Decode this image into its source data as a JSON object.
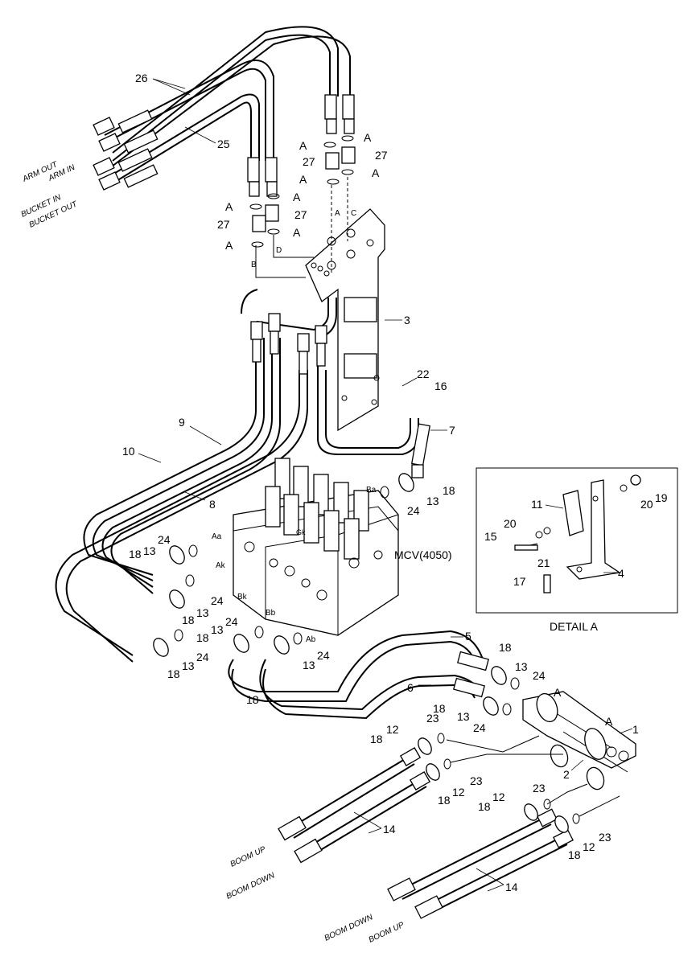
{
  "labels": {
    "p1": "1",
    "p2": "2",
    "p3": "3",
    "p4": "4",
    "p5": "5",
    "p6": "6",
    "p7": "7",
    "p8": "8",
    "p9": "9",
    "p10": "10",
    "p11": "11",
    "p12": "12",
    "p13": "13",
    "p14": "14",
    "p15": "15",
    "p16": "16",
    "p17": "17",
    "p18": "18",
    "p19": "19",
    "p20": "20",
    "p21": "21",
    "p22": "22",
    "p23": "23",
    "p24": "24",
    "p25": "25",
    "p26": "26",
    "p27": "27",
    "a": "A"
  },
  "ports": {
    "port_a": "A",
    "port_b": "B",
    "port_c": "C",
    "port_d": "D",
    "aa": "Aa",
    "ak": "Ak",
    "bk": "Bk",
    "bb": "Bb",
    "ab": "Ab",
    "ba": "Ba",
    "gk": "Gk"
  },
  "flow": {
    "arm_out": "ARM OUT",
    "arm_in": "ARM IN",
    "bucket_in": "BUCKET IN",
    "bucket_out": "BUCKET OUT",
    "boom_up": "BOOM UP",
    "boom_down": "BOOM DOWN"
  },
  "mcv_label": "MCV(4050)",
  "detail_title": "DETAIL A"
}
